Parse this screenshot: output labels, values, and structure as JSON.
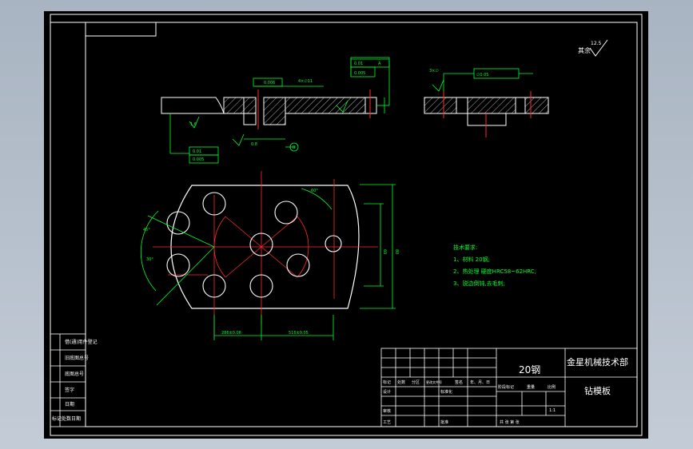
{
  "drawing": {
    "material_title": "20钢",
    "company": "金星机械技术部",
    "part_name": "钻模板",
    "scale": "1:1",
    "surface_note": "其余",
    "surface_roughness": "12.5"
  },
  "tech_requirements": {
    "heading": "技术要求:",
    "lines": [
      "1、材料 20钢;",
      "2、热处理 硬度HRC58~62HRC;",
      "3、锐边倒钝,去毛刺;"
    ]
  },
  "dimensions": {
    "datum_a": "A",
    "bottom_dim_1": "286±0.06",
    "bottom_dim_2": "516±0.05",
    "height_overall": "80",
    "height_inner": "60",
    "flatness_1": "0.01",
    "flatness_2": "0.005",
    "perp_1": "0.006",
    "hole_callout": "4×∅11",
    "roughness_small": "0.8",
    "roughness_side": "1.6",
    "circle_label": "B",
    "side_pos_tol": "∅0.05",
    "side_dim": "3×∅",
    "angle_a": "45°",
    "angle_b": "30°",
    "angle_c": "60°"
  },
  "title_block": {
    "rev_headers": [
      "标记",
      "处数",
      "分区",
      "更改文件号",
      "签名",
      "年、月、日"
    ],
    "role_design": "设计",
    "role_standard": "标准化",
    "role_review": "审核",
    "role_process": "工艺",
    "role_approve": "批准",
    "stage_headers": [
      "阶段标记",
      "重量",
      "比例"
    ],
    "sheet_text": "共  张 第  张"
  },
  "side_strip": {
    "labels": [
      "借(通)用件登记",
      "旧底图总号",
      "底图总号",
      "签字",
      "日期",
      "标记处数日期"
    ]
  }
}
